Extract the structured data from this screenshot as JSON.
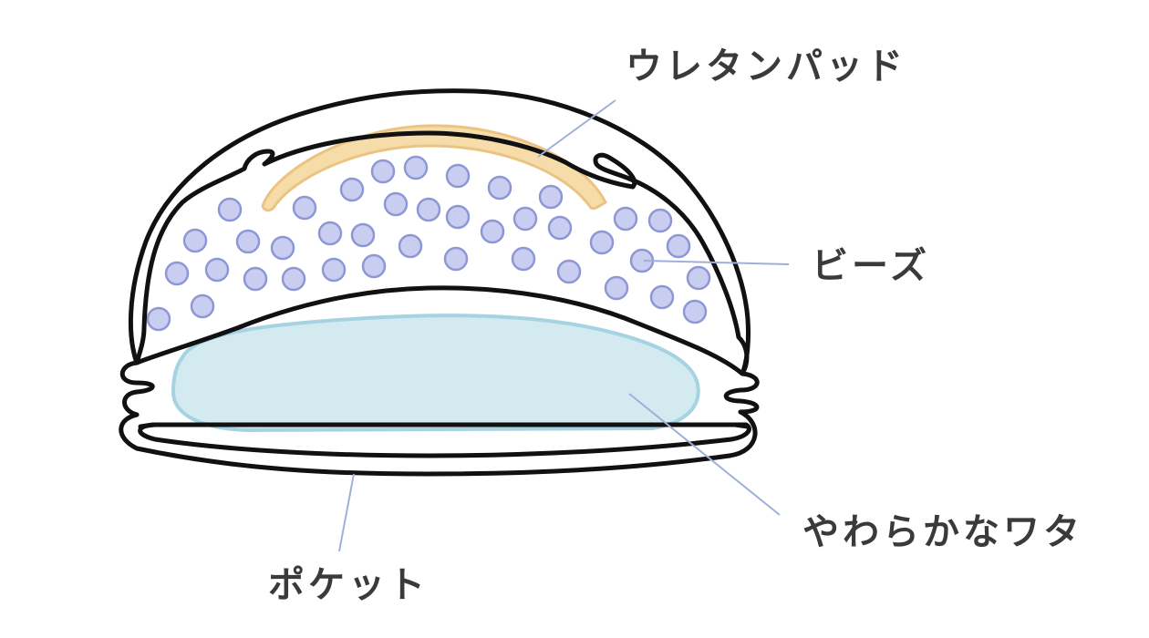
{
  "labels": {
    "urethane_pad": "ウレタンパッド",
    "beads": "ビーズ",
    "soft_filling": "やわらかなワタ",
    "pocket": "ポケット"
  },
  "colors": {
    "outline": "#111111",
    "urethane_pad_fill": "#f6dca8",
    "urethane_pad_stroke": "#ebc483",
    "bead_fill": "#c9cdf0",
    "bead_stroke": "#8e97d6",
    "filling_fill": "#d3eaf1",
    "filling_stroke": "#a5d3e2",
    "leader_line": "#9fb0d8",
    "label_text": "#3a3a3a"
  }
}
